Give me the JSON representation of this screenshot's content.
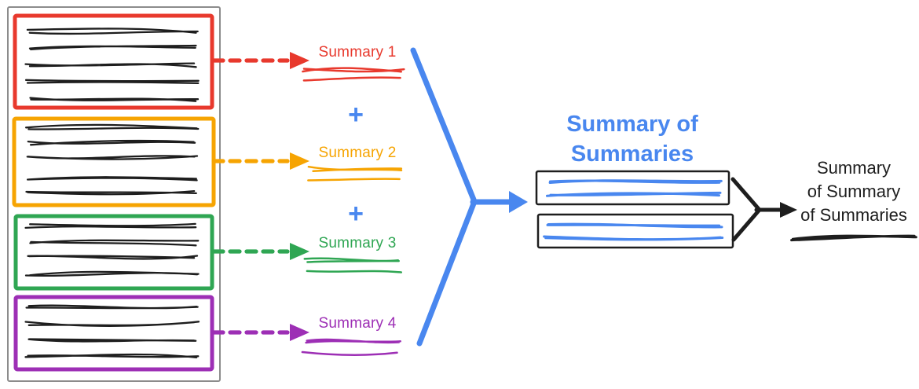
{
  "colors": {
    "red": "#E8392D",
    "yellow": "#F6A402",
    "green": "#2FA653",
    "purple": "#9D2FB5",
    "blue": "#4987EF",
    "ink": "#1E1E1E",
    "frame": "#8C8C8C",
    "background": "#FFFFFF"
  },
  "pipeline": {
    "source_documents": [
      {
        "name": "document-1",
        "outline_color": "#E8392D"
      },
      {
        "name": "document-2",
        "outline_color": "#F6A402"
      },
      {
        "name": "document-3",
        "outline_color": "#2FA653"
      },
      {
        "name": "document-4",
        "outline_color": "#9D2FB5"
      }
    ],
    "summaries": [
      {
        "label": "Summary 1",
        "color": "#E8392D"
      },
      {
        "label": "Summary 2",
        "color": "#F6A402"
      },
      {
        "label": "Summary 3",
        "color": "#2FA653"
      },
      {
        "label": "Summary 4",
        "color": "#9D2FB5"
      }
    ],
    "plus_sign": "+",
    "stage2_title": "Summary of\nSummaries",
    "stage3_title": "Summary\nof Summary\nof Summaries"
  }
}
